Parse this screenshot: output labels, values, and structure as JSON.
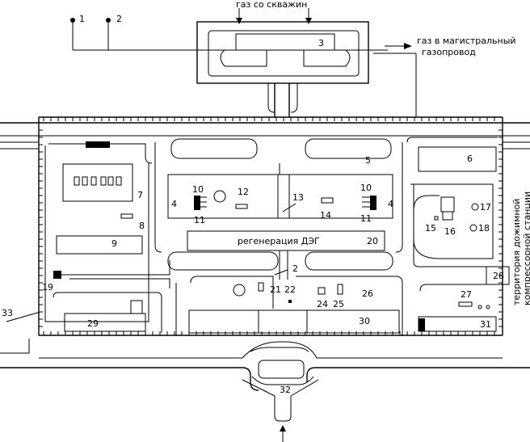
{
  "captions": {
    "gas_from_wells": "газ со скважин",
    "gas_to_pipeline_1": "газ в магистральный",
    "gas_to_pipeline_2": "газопровод",
    "deg_regeneration": "регенерация ДЭГ",
    "compressor_territory_1": "территория дожимной",
    "compressor_territory_2": "компрессорной станции"
  },
  "labels": [
    "1",
    "2",
    "3",
    "4",
    "4",
    "5",
    "6",
    "7",
    "8",
    "9",
    "10",
    "10",
    "11",
    "11",
    "12",
    "13",
    "14",
    "15",
    "16",
    "17",
    "18",
    "19",
    "20",
    "2",
    "21",
    "22",
    "24",
    "25",
    "26",
    "27",
    "28",
    "29",
    "30",
    "31",
    "32",
    "33"
  ]
}
